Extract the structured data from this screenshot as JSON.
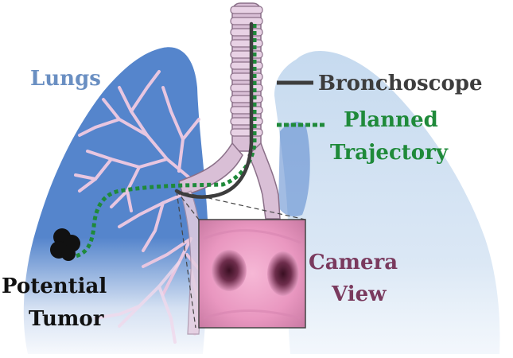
{
  "labels": {
    "lungs": "Lungs",
    "bronchoscope": "Bronchoscope",
    "planned_line1": "Planned",
    "planned_line2": "Trajectory",
    "camera_line1": "Camera",
    "camera_line2": "View",
    "tumor_line1": "Potential",
    "tumor_line2": "Tumor"
  },
  "colors": {
    "lungs_label": "#6a8fc2",
    "bronchoscope": "#3d3d3d",
    "planned": "#1f8a3a",
    "camera_label": "#7a3a5e",
    "tumor_label": "#111111",
    "lung_left": "#5585cc",
    "lung_right": "#c9dcf0",
    "airway": "#d9bfd6",
    "airway_stroke": "#8a6f88",
    "tumor": "#111111"
  }
}
